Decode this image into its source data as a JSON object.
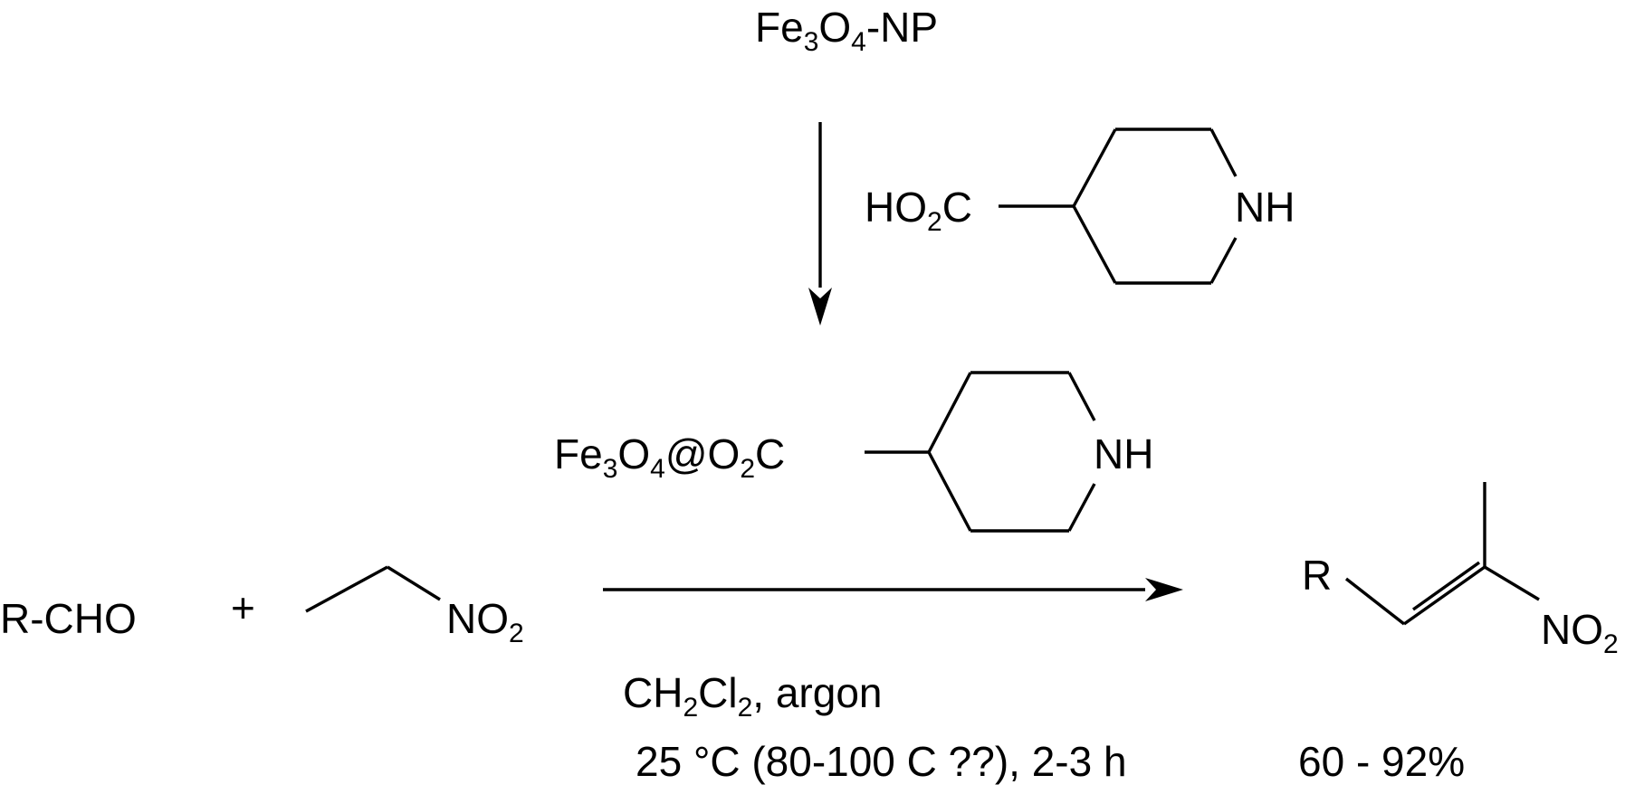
{
  "scheme": {
    "start_material": {
      "parts": [
        {
          "text": "Fe",
          "sub": false
        },
        {
          "text": "3",
          "sub": true
        },
        {
          "text": "O",
          "sub": false
        },
        {
          "text": "4",
          "sub": true
        },
        {
          "text": "-NP",
          "sub": false
        }
      ]
    },
    "ligand": {
      "acid_group": [
        {
          "text": "HO",
          "sub": false
        },
        {
          "text": "2",
          "sub": true
        },
        {
          "text": "C",
          "sub": false
        }
      ],
      "amine": "NH"
    },
    "catalyst": {
      "prefix": [
        {
          "text": "Fe",
          "sub": false
        },
        {
          "text": "3",
          "sub": true
        },
        {
          "text": "O",
          "sub": false
        },
        {
          "text": "4",
          "sub": true
        },
        {
          "text": "@O",
          "sub": false
        },
        {
          "text": "2",
          "sub": true
        },
        {
          "text": "C",
          "sub": false
        }
      ],
      "amine": "NH"
    },
    "reactant_1": "R-CHO",
    "plus": "+",
    "reactant_2": {
      "group": [
        {
          "text": "NO",
          "sub": false
        },
        {
          "text": "2",
          "sub": true
        }
      ]
    },
    "conditions": {
      "line1": [
        {
          "text": "CH",
          "sub": false
        },
        {
          "text": "2",
          "sub": true
        },
        {
          "text": "Cl",
          "sub": false
        },
        {
          "text": "2",
          "sub": true
        },
        {
          "text": ", argon",
          "sub": false
        }
      ],
      "line2": "25 °C (80-100 C ??), 2-3 h"
    },
    "product": {
      "r_group": "R",
      "group": [
        {
          "text": "NO",
          "sub": false
        },
        {
          "text": "2",
          "sub": true
        }
      ]
    },
    "yield": "60 - 92%"
  }
}
